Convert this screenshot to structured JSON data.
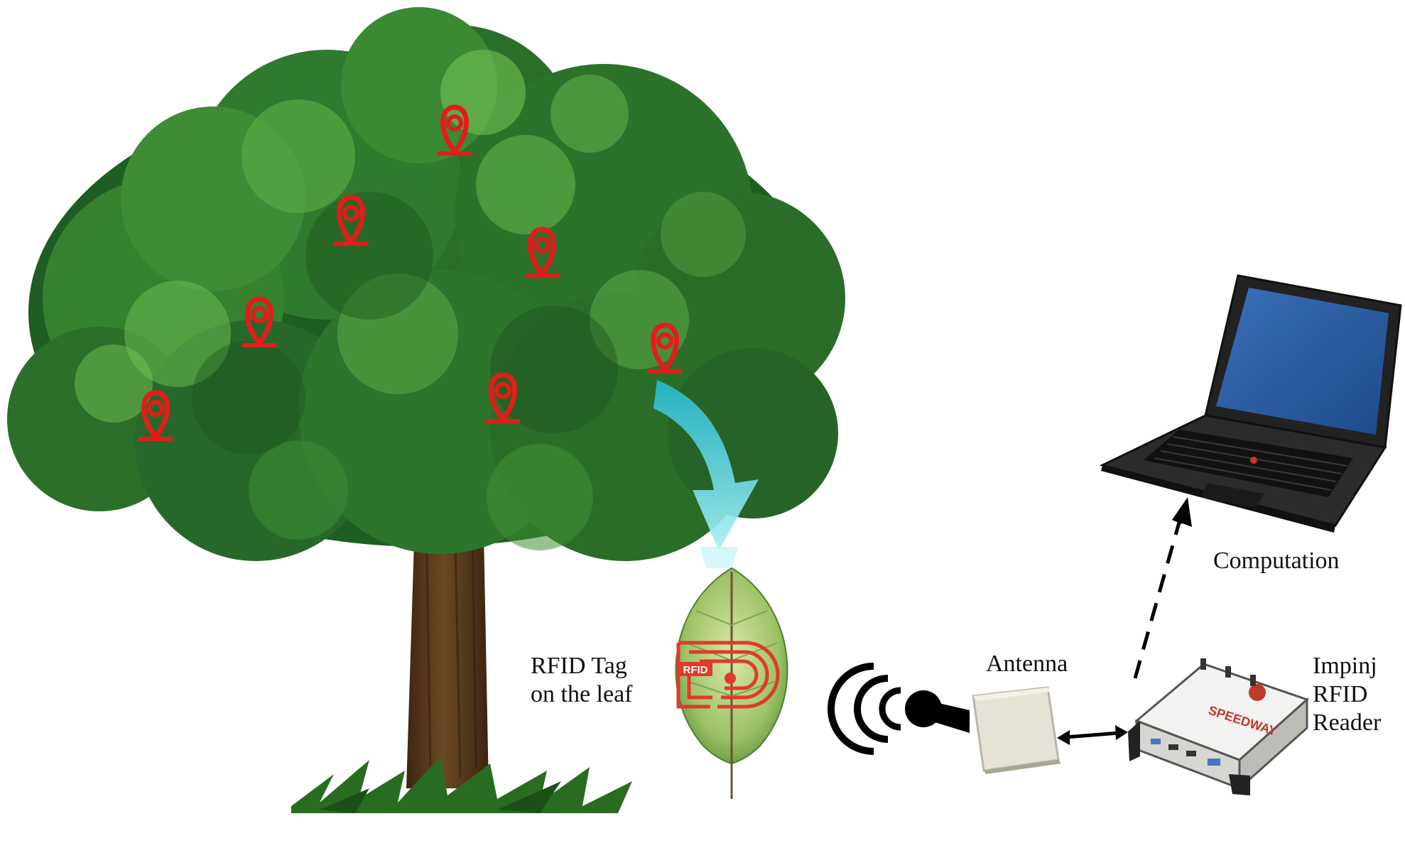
{
  "labels": {
    "rfid_tag_line1": "RFID Tag",
    "rfid_tag_line2": "on the leaf",
    "antenna": "Antenna",
    "reader_line1": "Impinj",
    "reader_line2": "RFID",
    "reader_line3": "Reader",
    "computation": "Computation"
  },
  "tag_badge_text": "RFID",
  "reader_brand_text": "SPEEDWAY",
  "colors": {
    "marker_red": "#e51b1b",
    "foliage_dark": "#1f5e22",
    "foliage_mid": "#3a8b34",
    "foliage_light": "#74c253",
    "trunk": "#5a3b1e",
    "arrow_cyan": "#2cc7d8",
    "laptop_screen": "#2f61a6",
    "antenna_body": "#e6e3d6"
  },
  "icons": {
    "tree": "tree-illustration",
    "location_markers": "map-pin-icon",
    "leaf_tag": "leaf-rfid-tag-icon",
    "signal": "radio-waves-icon",
    "antenna": "antenna-panel-icon",
    "reader": "rfid-reader-device-icon",
    "laptop": "laptop-computer-icon"
  }
}
